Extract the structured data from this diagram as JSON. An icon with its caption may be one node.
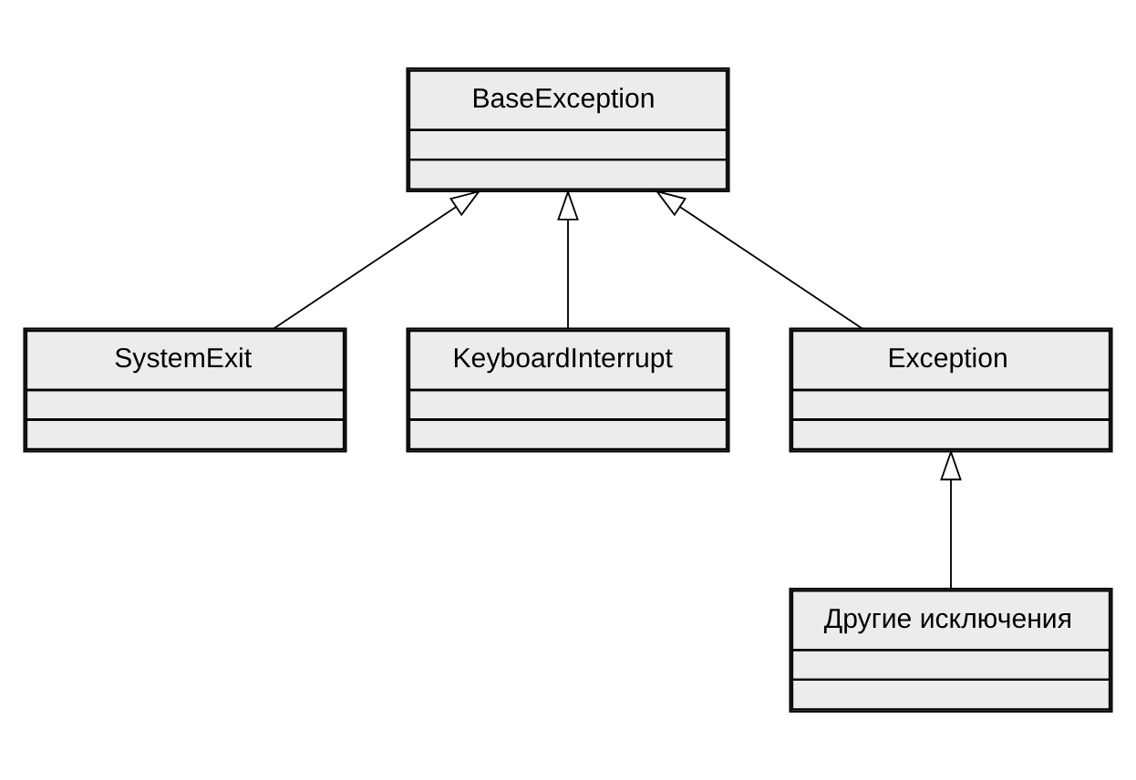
{
  "diagram": {
    "nodes": [
      {
        "text": [
          "BaseException"
        ]
      },
      {
        "text": [
          "SystemExit"
        ]
      },
      {
        "text": [
          "KeyboardInterrupt"
        ]
      },
      {
        "text": [
          "Exception"
        ]
      },
      {
        "text": [
          "Другие исключения"
        ]
      }
    ],
    "edges": [
      {
        "from": 1,
        "to": 0,
        "arrow": "to"
      },
      {
        "from": 2,
        "to": 0,
        "arrow": "to"
      },
      {
        "from": 3,
        "to": 0,
        "arrow": "to"
      },
      {
        "from": 4,
        "to": 3,
        "arrow": "to"
      }
    ]
  }
}
